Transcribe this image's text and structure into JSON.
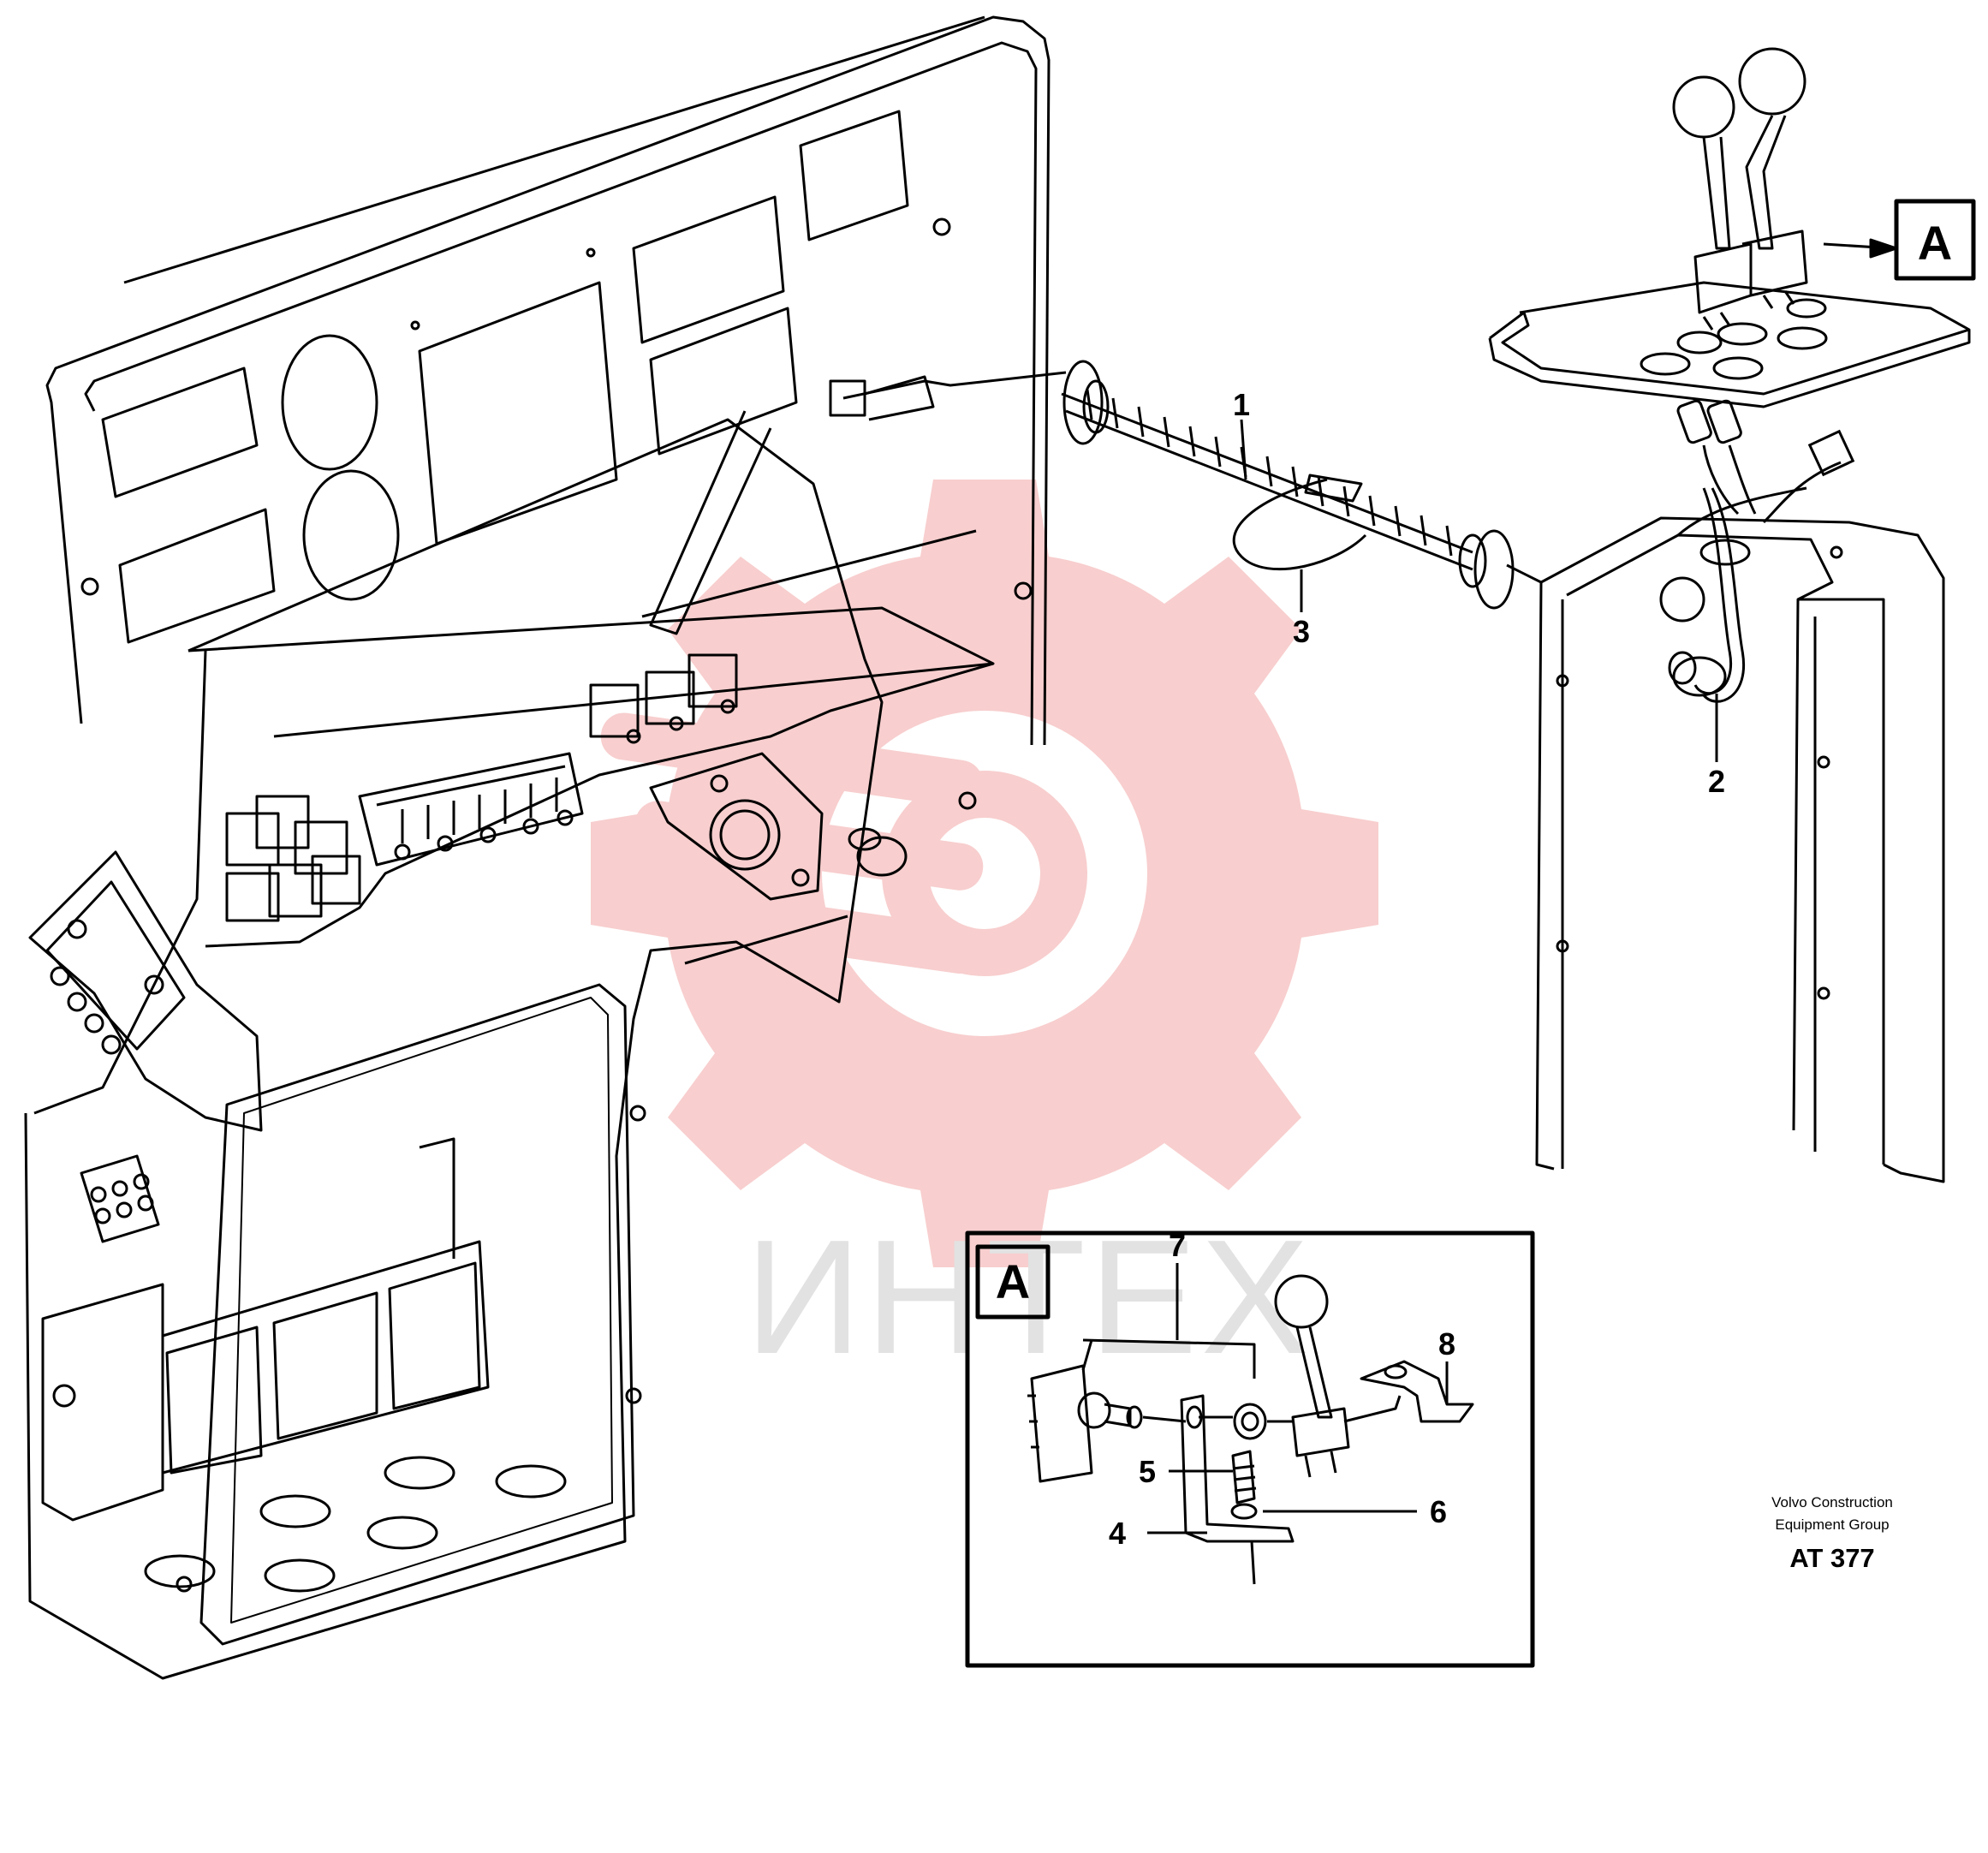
{
  "callouts": {
    "c1": "1",
    "c2": "2",
    "c3": "3",
    "c4": "4",
    "c5": "5",
    "c6": "6",
    "c7": "7",
    "c8": "8"
  },
  "detail_tag": "A",
  "detail_box_tag": "A",
  "footer": {
    "company_line1": "Volvo Construction",
    "company_line2": "Equipment Group",
    "drawing_code": "AT 377"
  },
  "watermark": {
    "text": "ИНТЕХ",
    "color": "#f7c6c6"
  },
  "colors": {
    "line": "#000000",
    "watermark_gear": "#f7c6c6",
    "watermark_text": "#e2e2e2"
  }
}
